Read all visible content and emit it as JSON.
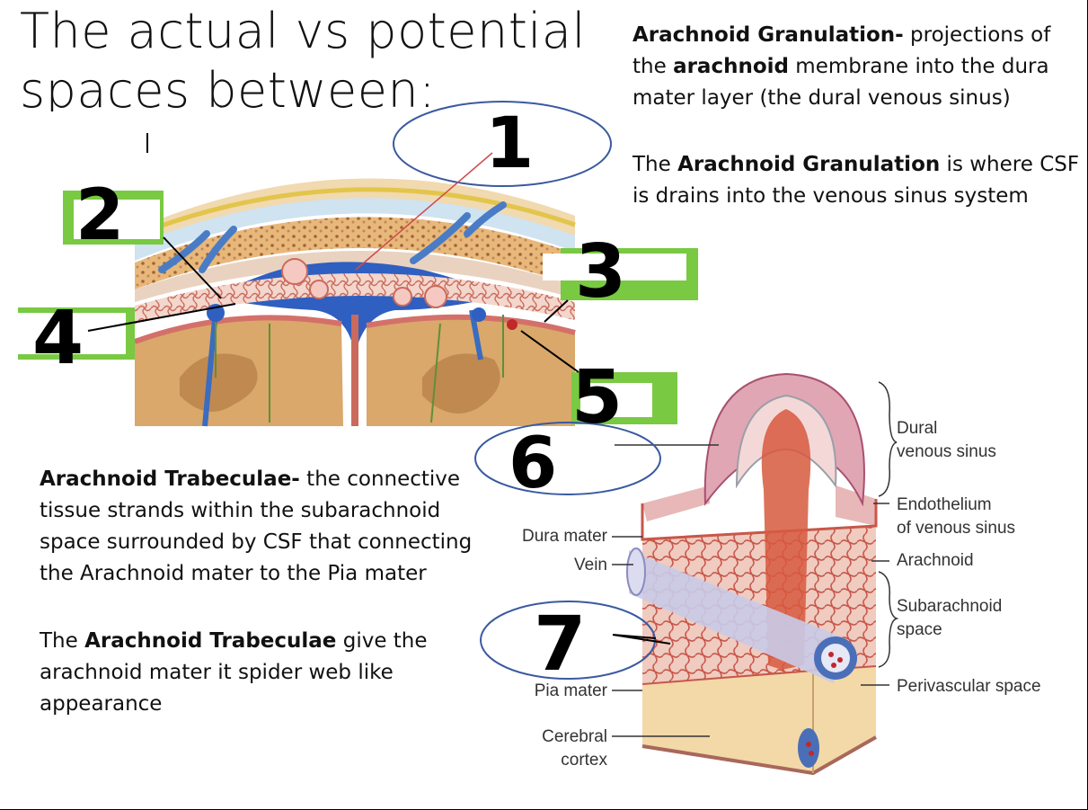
{
  "title": {
    "line1": "The actual vs potential",
    "line2": "spaces between:"
  },
  "granulation_text": {
    "def_term": "Arachnoid Granulation-",
    "def_p1": " projections of the ",
    "def_term2": "arachnoid",
    "def_p2": " membrane into the dura mater layer (the dural venous sinus)",
    "note_pre": "The ",
    "note_term": "Arachnoid Granulation",
    "note_post": " is where CSF is drains into the venous sinus system"
  },
  "trabeculae_text": {
    "def_term": "Arachnoid Trabeculae-",
    "def_rest": " the connective tissue strands within the subarachnoid space surrounded by CSF that connecting the Arachnoid mater to the Pia mater",
    "note_pre": "The ",
    "note_term": "Arachnoid Trabeculae",
    "note_post": " give the arachnoid mater it spider web like appearance"
  },
  "handwritten_numbers": [
    "1",
    "2",
    "3",
    "4",
    "5",
    "6",
    "7"
  ],
  "diagram_labels": {
    "dura_mater": "Dura mater",
    "vein": "Vein",
    "pia_mater": "Pia mater",
    "cerebral": "Cerebral",
    "cortex": "cortex",
    "dural": "Dural",
    "venous_sinus": "venous sinus",
    "endothelium": "Endothelium",
    "of_venous_sinus": "of venous sinus",
    "arachnoid": "Arachnoid",
    "subarachnoid": "Subarachnoid",
    "space": "space",
    "perivascular_space": "Perivascular space"
  },
  "colors": {
    "venous_blue": "#2f5fc0",
    "label_green": "#79c943",
    "ellipse_outline": "#3a5aa0",
    "tissue_pink": "#e9b8b0",
    "cortex_tan": "#d9a86a"
  }
}
